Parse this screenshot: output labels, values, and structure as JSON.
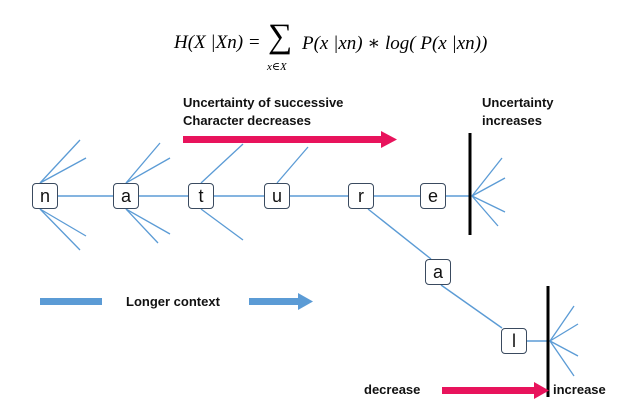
{
  "formula": {
    "lhs": "H(X |Xn) =",
    "sigma": "∑",
    "sum_index": "x∈X",
    "rhs": "P(x |xn) ∗ log( P(x |xn))"
  },
  "labels": {
    "uncertainty_successive_line1": "Uncertainty of successive",
    "uncertainty_successive_line2": "Character decreases",
    "uncertainty_increases_line1": "Uncertainty",
    "uncertainty_increases_line2": "increases",
    "longer_context": "Longer context",
    "decrease": "decrease",
    "increase": "increase"
  },
  "nodes": [
    "n",
    "a",
    "t",
    "u",
    "r",
    "e",
    "a",
    "l"
  ],
  "colors": {
    "accent_pink": "#e8135c",
    "context_blue": "#5b9bd5",
    "tree_line": "#5b9bd5",
    "node_border": "#3a4a5f",
    "barrier": "#000000"
  }
}
